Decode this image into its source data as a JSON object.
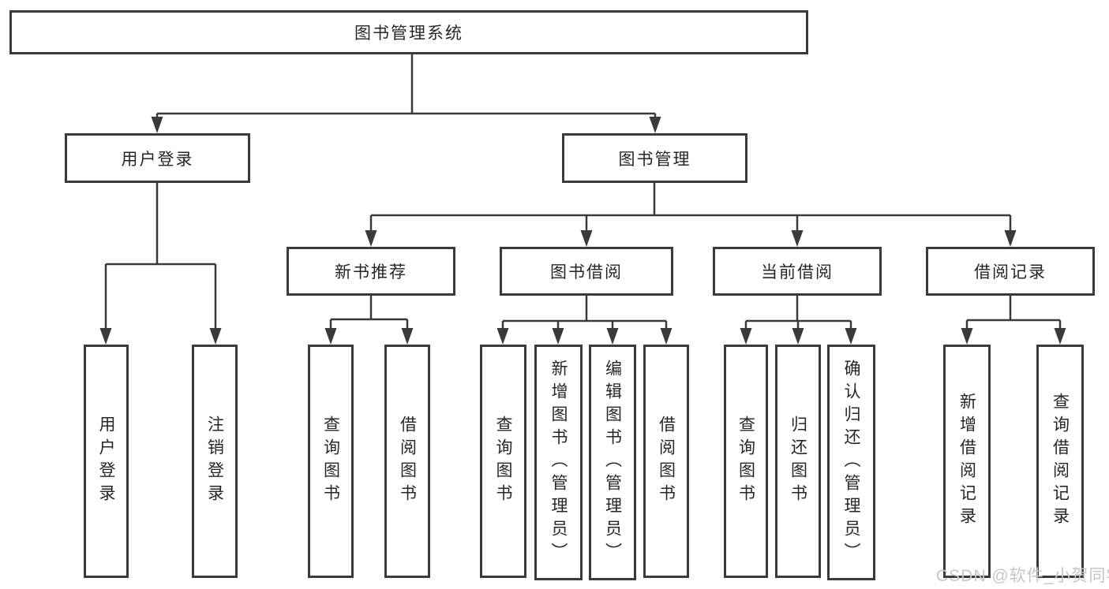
{
  "diagram": {
    "title": "图书管理系统",
    "level2": {
      "user_login": "用户登录",
      "book_mgmt": "图书管理"
    },
    "level3": {
      "new_book_rec": "新书推荐",
      "book_borrow": "图书借阅",
      "current_borrow": "当前借阅",
      "borrow_records": "借阅记录"
    },
    "leaves": {
      "user_login": "用户登录",
      "logout": "注销登录",
      "rec_query_book": "查询图书",
      "rec_borrow_book": "借阅图书",
      "bor_query_book": "查询图书",
      "bor_add_book": "新增图书（管理员）",
      "bor_edit_book": "编辑图书（管理员）",
      "bor_borrow_book": "借阅图书",
      "cur_query_book": "查询图书",
      "cur_return_book": "归还图书",
      "cur_confirm_return": "确认归还（管理员）",
      "log_add_record": "新增借阅记录",
      "log_query_record": "查询借阅记录"
    }
  },
  "watermark": "CSDN @软件_小贺同学",
  "colors": {
    "line": "#3a3a3a",
    "text": "#262626",
    "watermark": "#c6c6c6",
    "background": "#ffffff"
  }
}
